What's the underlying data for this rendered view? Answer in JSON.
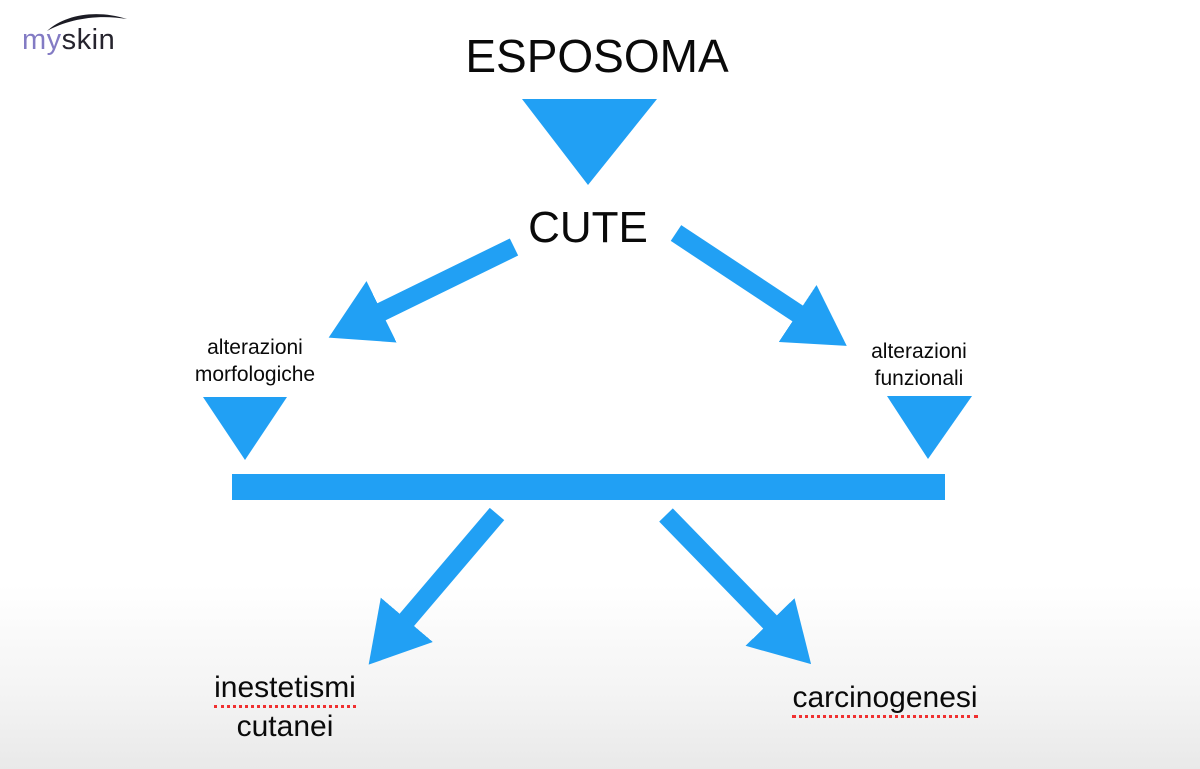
{
  "colors": {
    "accent_blue": "#21A0F4",
    "logo_purple": "#837BC4",
    "logo_dark": "#26242E",
    "swoosh_black": "#1B1B24",
    "text_black": "#0A0A0A",
    "spellcheck_red": "#F03030",
    "bg_top": "#FFFFFF",
    "bg_bottom": "#E9E9E9"
  },
  "logo": {
    "my": "my",
    "skin": "skin"
  },
  "diagram": {
    "title": "ESPOSOMA",
    "skin_node": "CUTE",
    "left_branch": {
      "line1": "alterazioni",
      "line2": "morfologiche"
    },
    "right_branch": {
      "line1": "alterazioni",
      "line2": "funzionali"
    },
    "outcome_left": {
      "line1": "inestetismi",
      "line2": "cutanei"
    },
    "outcome_right": {
      "label": "carcinogenesi"
    }
  }
}
